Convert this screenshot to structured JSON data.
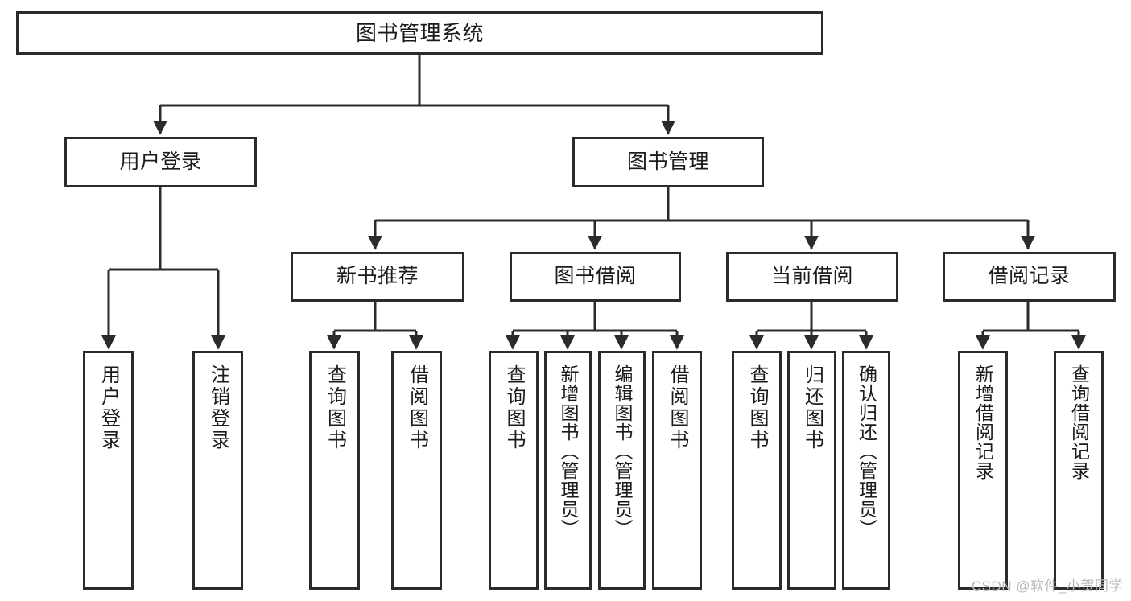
{
  "diagram": {
    "title": "图书管理系统",
    "root": {
      "label": "图书管理系统"
    },
    "level2": [
      {
        "label": "用户登录"
      },
      {
        "label": "图书管理"
      }
    ],
    "level3": [
      {
        "label": "新书推荐"
      },
      {
        "label": "图书借阅"
      },
      {
        "label": "当前借阅"
      },
      {
        "label": "借阅记录"
      }
    ],
    "leaves": {
      "user_login": [
        {
          "label": "用户登录"
        },
        {
          "label": "注销登录"
        }
      ],
      "new_book": [
        {
          "label": "查询图书"
        },
        {
          "label": "借阅图书"
        }
      ],
      "book_borrow": [
        {
          "label": "查询图书"
        },
        {
          "label": "新增图书（管理员）"
        },
        {
          "label": "编辑图书（管理员）"
        },
        {
          "label": "借阅图书"
        }
      ],
      "current_borrow": [
        {
          "label": "查询图书"
        },
        {
          "label": "归还图书"
        },
        {
          "label": "确认归还（管理员）"
        }
      ],
      "borrow_record": [
        {
          "label": "新增借阅记录"
        },
        {
          "label": "查询借阅记录"
        }
      ]
    }
  },
  "watermark": "CSDN @软件_小贺同学",
  "colors": {
    "stroke": "#2b2b2b",
    "text": "#1b1b1b",
    "background": "#ffffff",
    "watermark": "#b9b9b9"
  }
}
